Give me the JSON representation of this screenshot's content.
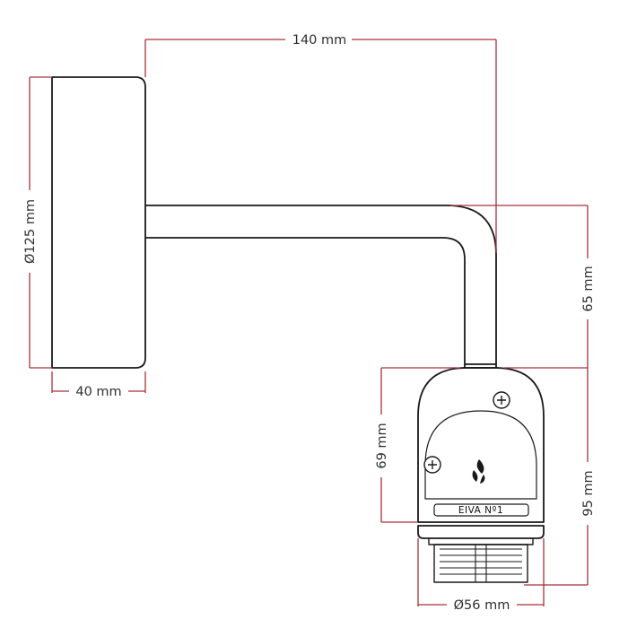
{
  "dimensions": {
    "width_total": "140 mm",
    "diameter_plate": "Ø125 mm",
    "depth_plate": "40 mm",
    "arm_drop": "65 mm",
    "socket_height": "69 mm",
    "total_drop": "95 mm",
    "socket_diameter": "Ø56 mm"
  },
  "label": {
    "brand": "EIVA Nº1"
  },
  "colors": {
    "dimension_line": "#a8323c",
    "outline": "#1a1a1a",
    "background": "#ffffff"
  },
  "icons": [
    "screw-icon",
    "flame-logo-icon"
  ]
}
